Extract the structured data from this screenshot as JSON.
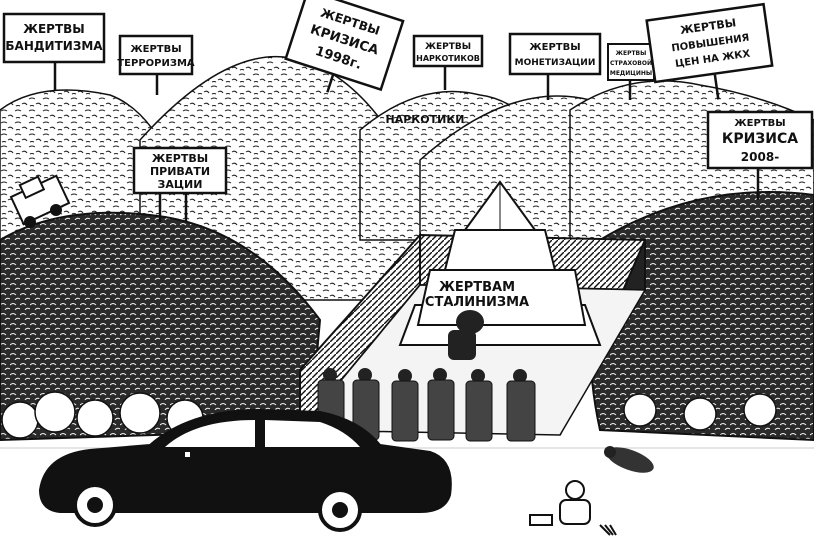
{
  "signs": {
    "banditry": [
      "ЖЕРТВЫ",
      "БАНДИТИЗМА"
    ],
    "terrorism": [
      "ЖЕРТВЫ",
      "ТЕРРОРИЗМА"
    ],
    "crisis1998": [
      "ЖЕРТВЫ",
      "КРИЗИСА",
      "1998г."
    ],
    "drugs": [
      "ЖЕРТВЫ",
      "НАРКОТИКОВ"
    ],
    "monetization": [
      "ЖЕРТВЫ",
      "МОНЕТИЗАЦИИ"
    ],
    "medicine": [
      "ЖЕРТВЫ",
      "СТРАХОВОЙ",
      "МЕДИЦИНЫ"
    ],
    "housing": [
      "ЖЕРТВЫ",
      "ПОВЫШЕНИЯ",
      "ЦЕН НА ЖКХ"
    ],
    "crisis2008": [
      "ЖЕРТВЫ",
      "КРИЗИСА",
      "2008-"
    ],
    "privatization": [
      "ЖЕРТВЫ",
      "ПРИВАТИ",
      "ЗАЦИИ"
    ]
  },
  "drugs_label": "НАРКОТИКИ",
  "monument": [
    "ЖЕРТВАМ",
    "СТАЛИНИЗМА"
  ],
  "colors": {
    "ink": "#111111",
    "paper": "#ffffff",
    "pile": "#dcdcdc"
  }
}
